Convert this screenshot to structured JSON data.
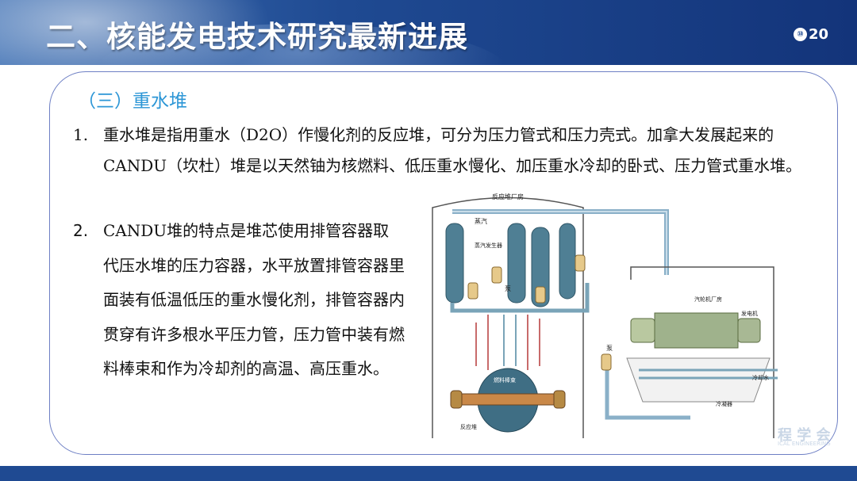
{
  "header": {
    "title": "二、核能发电技术研究最新进展",
    "page_badge": "⑩",
    "page_number": "20"
  },
  "section": {
    "title": "（三）重水堆"
  },
  "points": [
    {
      "num": "1.",
      "text": "重水堆是指用重水（D2O）作慢化剂的反应堆，可分为压力管式和压力壳式。加拿大发展起来的CANDU（坎杜）堆是以天然铀为核燃料、低压重水慢化、加压重水冷却的卧式、压力管式重水堆。"
    },
    {
      "num": "2.",
      "text": "CANDU堆的特点是堆芯使用排管容器取代压水堆的压力容器，水平放置排管容器里面装有低温低压的重水慢化剂，排管容器内贯穿有许多根水平压力管，压力管中装有燃料棒束和作为冷却剂的高温、高压重水。"
    }
  ],
  "diagram": {
    "labels": {
      "reactor_building": "反应堆厂房",
      "steam": "蒸汽",
      "steam_generator": "蒸汽发生器",
      "pump": "泵",
      "turbine_building": "汽轮机厂房",
      "generator": "发电机",
      "pump2": "泵",
      "cooling_water": "冷却水",
      "fuel_rods": "燃料棒束",
      "condenser": "冷凝器",
      "reactor": "反应堆"
    }
  },
  "watermark": {
    "text": "程 学 会",
    "sub": "ICAL ENGINEERING"
  }
}
